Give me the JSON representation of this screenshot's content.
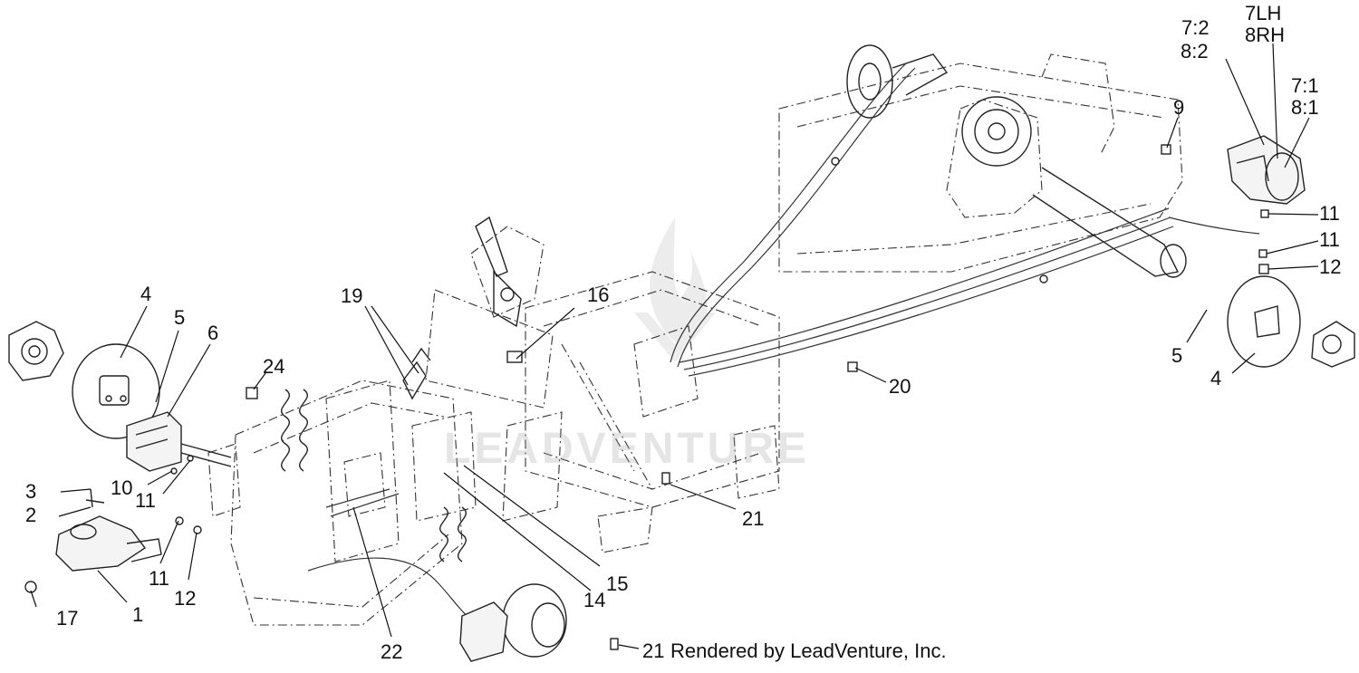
{
  "watermark": {
    "text": "LEADVENTURE",
    "logo_icon": "flame-logo-icon"
  },
  "credit": "Rendered by LeadVenture, Inc.",
  "callouts": [
    {
      "id": "c1",
      "label": "1"
    },
    {
      "id": "c2",
      "label": "2"
    },
    {
      "id": "c3",
      "label": "3"
    },
    {
      "id": "c4a",
      "label": "4"
    },
    {
      "id": "c4b",
      "label": "4"
    },
    {
      "id": "c5a",
      "label": "5"
    },
    {
      "id": "c5b",
      "label": "5"
    },
    {
      "id": "c6",
      "label": "6"
    },
    {
      "id": "c7_2",
      "label": "7:2"
    },
    {
      "id": "c8_2",
      "label": "8:2"
    },
    {
      "id": "c7lh",
      "label": "7LH"
    },
    {
      "id": "c8rh",
      "label": "8RH"
    },
    {
      "id": "c7_1",
      "label": "7:1"
    },
    {
      "id": "c8_1",
      "label": "8:1"
    },
    {
      "id": "c9",
      "label": "9"
    },
    {
      "id": "c10",
      "label": "10"
    },
    {
      "id": "c11a",
      "label": "11"
    },
    {
      "id": "c11b",
      "label": "11"
    },
    {
      "id": "c11c",
      "label": "11"
    },
    {
      "id": "c11d",
      "label": "11"
    },
    {
      "id": "c12a",
      "label": "12"
    },
    {
      "id": "c12b",
      "label": "12"
    },
    {
      "id": "c14",
      "label": "14"
    },
    {
      "id": "c15",
      "label": "15"
    },
    {
      "id": "c16",
      "label": "16"
    },
    {
      "id": "c17",
      "label": "17"
    },
    {
      "id": "c19",
      "label": "19"
    },
    {
      "id": "c20",
      "label": "20"
    },
    {
      "id": "c21a",
      "label": "21"
    },
    {
      "id": "c21b",
      "label": "21"
    },
    {
      "id": "c22",
      "label": "22"
    },
    {
      "id": "c24",
      "label": "24"
    }
  ]
}
